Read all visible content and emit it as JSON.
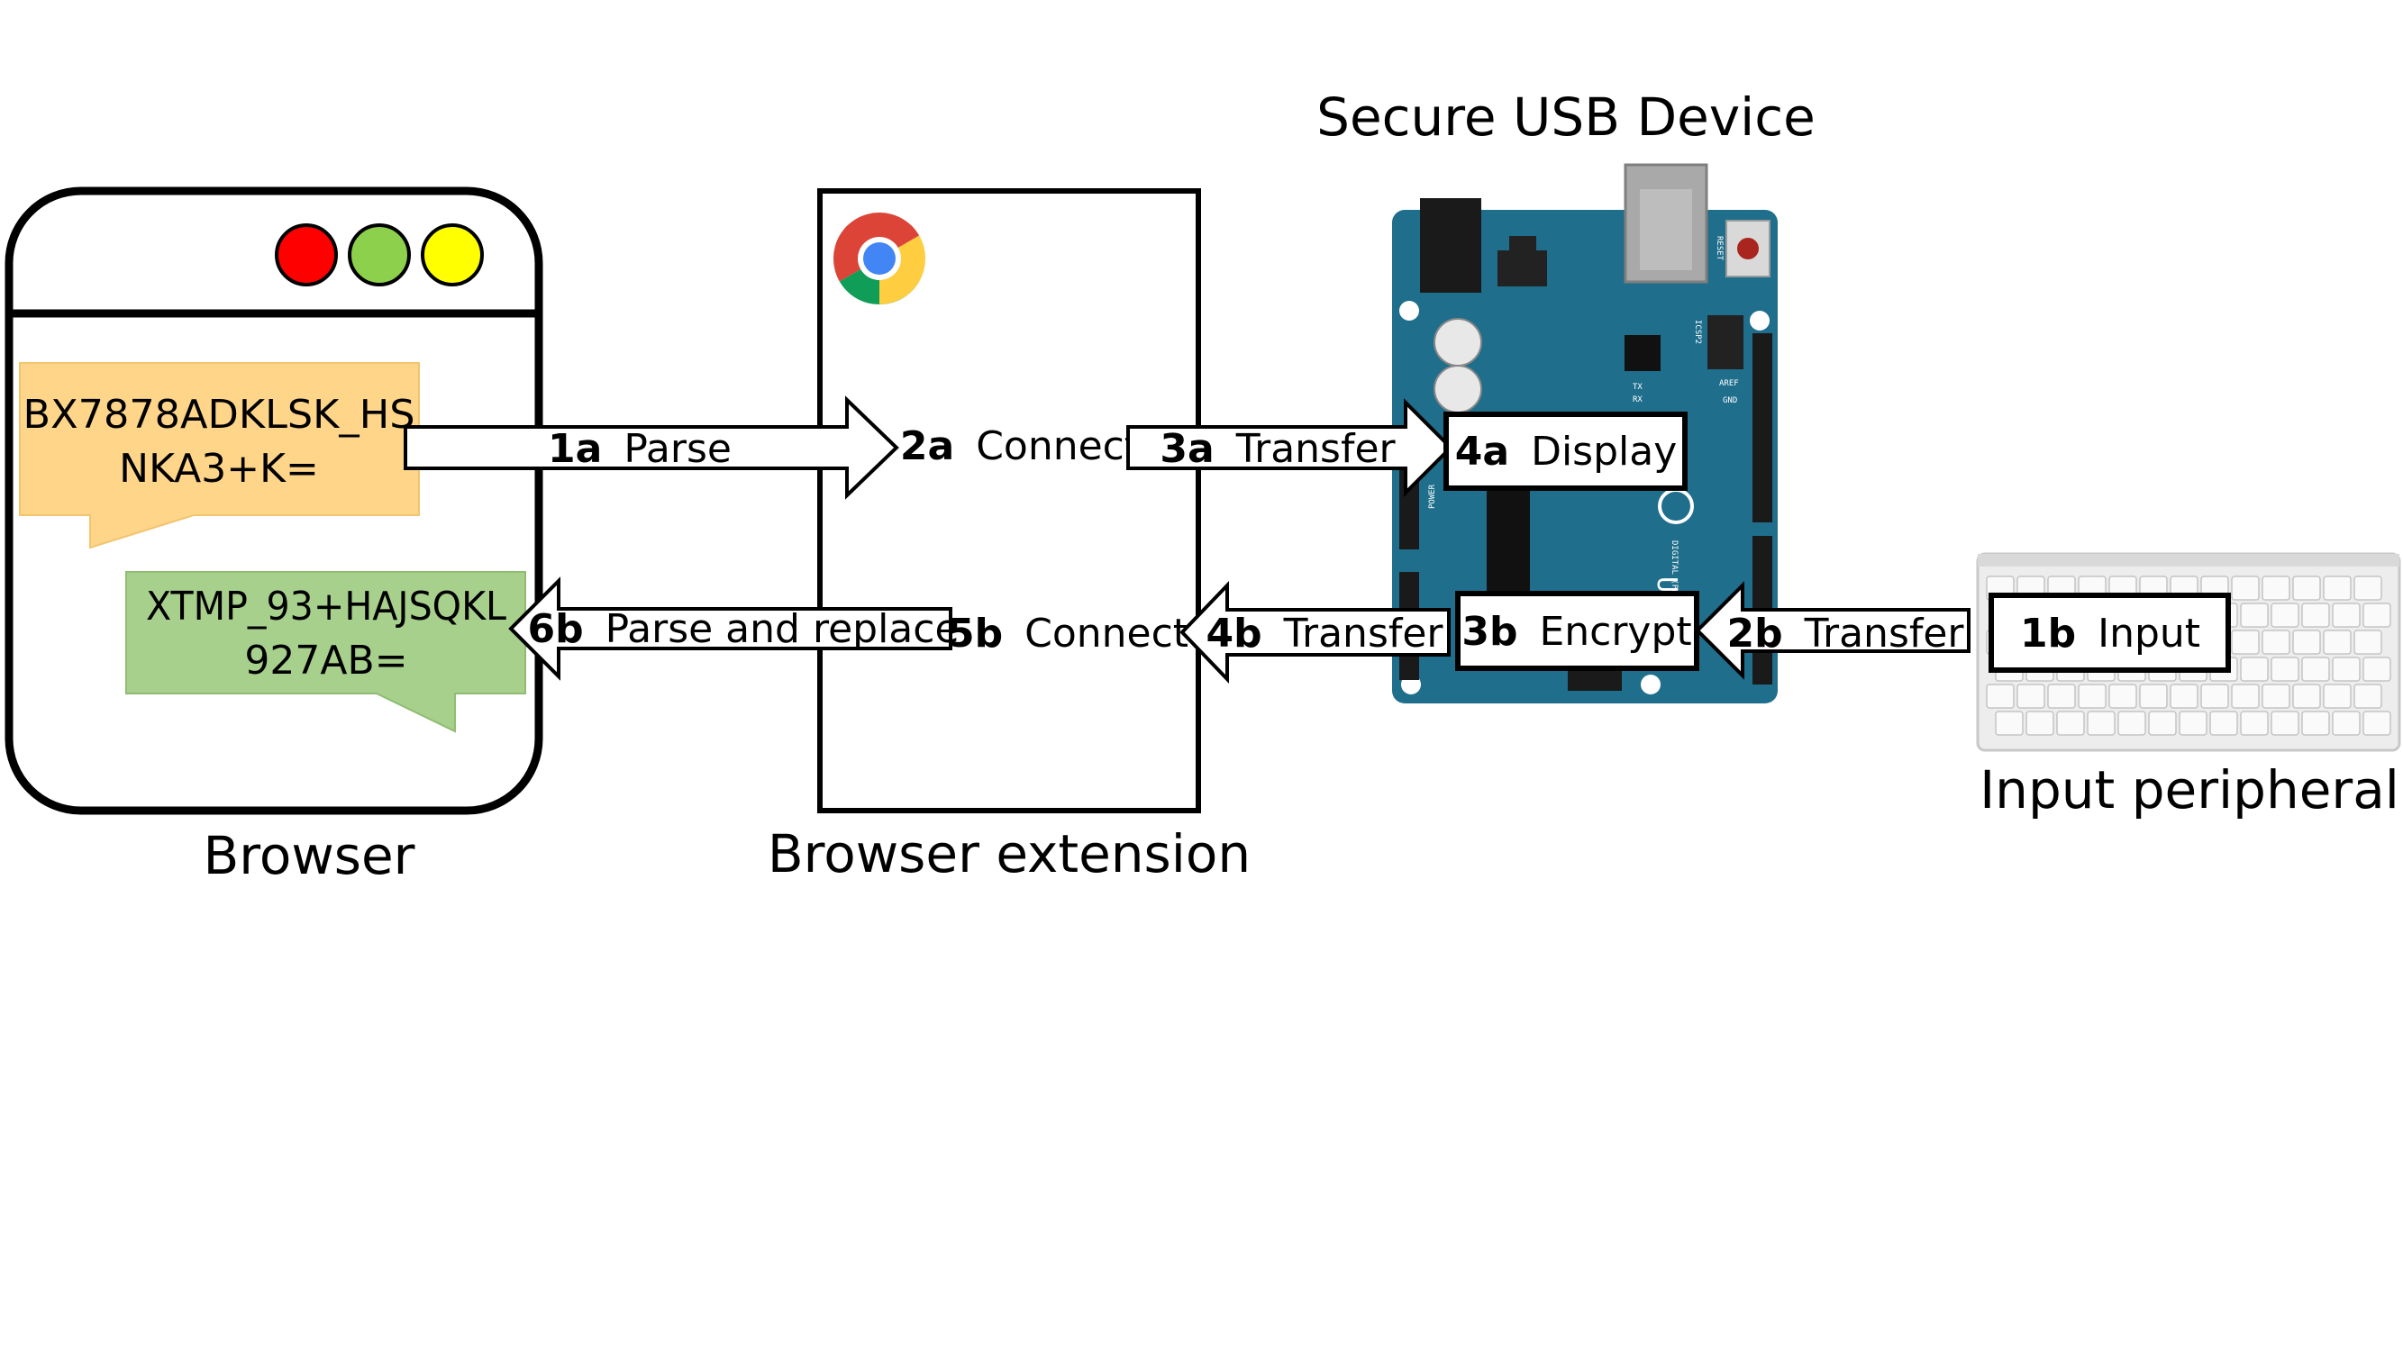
{
  "captions": {
    "browser": "Browser",
    "extension": "Browser extension",
    "device": "Secure USB Device",
    "peripheral": "Input peripheral"
  },
  "notes": {
    "encrypted_line1": "BX7878ADKLSK_HS",
    "encrypted_line2": "NKA3+K=",
    "replaced_line1": "XTMP_93+HAJSQKL",
    "replaced_line2": "927AB="
  },
  "steps": {
    "s1a": {
      "num": "1a",
      "text": "Parse"
    },
    "s2a": {
      "num": "2a",
      "text": "Connect"
    },
    "s3a": {
      "num": "3a",
      "text": "Transfer"
    },
    "s4a": {
      "num": "4a",
      "text": "Display"
    },
    "s1b": {
      "num": "1b",
      "text": "Input"
    },
    "s2b": {
      "num": "2b",
      "text": "Transfer"
    },
    "s3b": {
      "num": "3b",
      "text": "Encrypt"
    },
    "s4b": {
      "num": "4b",
      "text": "Transfer"
    },
    "s5b": {
      "num": "5b",
      "text": "Connect"
    },
    "s6b": {
      "num": "6b",
      "text": "Parse and replace"
    }
  },
  "board_labels": {
    "reset": "RESET",
    "icsp": "ICSP2",
    "aref": "AREF",
    "gnd": "GND",
    "uno": "UNO",
    "digital": "DIGITAL (PWM~)",
    "power": "POWER",
    "tx": "TX",
    "rx": "RX"
  },
  "colors": {
    "note_orange": "#FFD58A",
    "note_green": "#A8D08D",
    "light_red": "#FF0000",
    "light_green": "#8CD04C",
    "light_yellow": "#FFFF00",
    "board_blue": "#1F6E8C"
  },
  "icons": {
    "chrome": "chrome-logo-icon",
    "keyboard": "keyboard-icon",
    "board": "arduino-board-icon"
  }
}
